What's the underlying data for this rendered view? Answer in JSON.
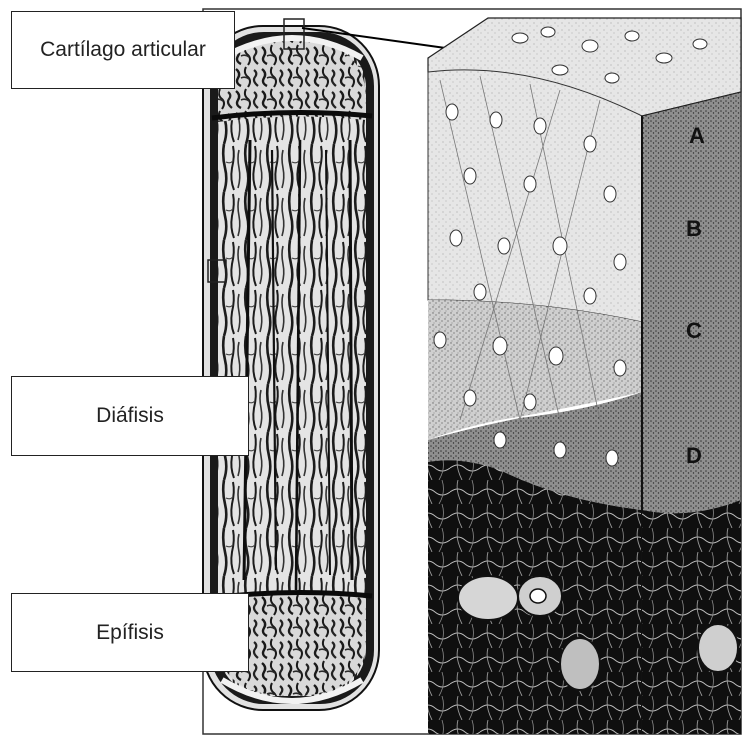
{
  "labels": {
    "cartilago": "Cartílago articular",
    "diafisis": "Diáfisis",
    "epifisis": "Epífisis"
  },
  "zones": {
    "a": "A",
    "b": "B",
    "c": "C",
    "d": "D"
  },
  "colors": {
    "ink": "#111111",
    "paper": "#ffffff",
    "cartilage_top": "#e8e8e8",
    "proliferative": "#c8c8c8",
    "hypertrophic": "#9a9a9a",
    "calcified": "#7a7a7a",
    "marrow": "#111111"
  }
}
